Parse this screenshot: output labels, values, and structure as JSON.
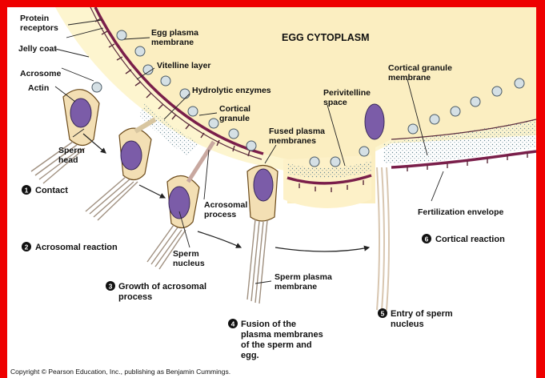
{
  "title": "EGG CYTOPLASM",
  "labels": {
    "protein_receptors": [
      "Protein",
      "receptors"
    ],
    "jelly_coat": "Jelly coat",
    "egg_plasma_membrane": [
      "Egg plasma",
      "membrane"
    ],
    "vitelline_layer": "Vitelline layer",
    "hydrolytic_enzymes": "Hydrolytic enzymes",
    "cortical_granule": [
      "Cortical",
      "granule"
    ],
    "acrosome": "Acrosome",
    "actin": "Actin",
    "sperm_head": [
      "Sperm",
      "head"
    ],
    "acrosomal_process": [
      "Acrosomal",
      "process"
    ],
    "sperm_nucleus": [
      "Sperm",
      "nucleus"
    ],
    "fused_plasma_membranes": [
      "Fused plasma",
      "membranes"
    ],
    "perivitelline_space": [
      "Perivitelline",
      "space"
    ],
    "cortical_granule_membrane": [
      "Cortical granule",
      "membrane"
    ],
    "sperm_plasma_membrane": [
      "Sperm plasma",
      "membrane"
    ],
    "fertilization_envelope": "Fertilization envelope"
  },
  "steps": [
    {
      "number": "1",
      "lines": [
        "Contact"
      ]
    },
    {
      "number": "2",
      "lines": [
        "Acrosomal reaction"
      ]
    },
    {
      "number": "3",
      "lines": [
        "Growth of acrosomal",
        "process"
      ]
    },
    {
      "number": "4",
      "lines": [
        "Fusion of the",
        "plasma membranes",
        "of the sperm and",
        "egg."
      ]
    },
    {
      "number": "5",
      "lines": [
        "Entry of sperm",
        "nucleus"
      ]
    },
    {
      "number": "6",
      "lines": [
        "Cortical reaction"
      ]
    }
  ],
  "copyright": "Copyright © Pearson Education, Inc., publishing as Benjamin Cummings.",
  "colors": {
    "frame_red": "#ee0000",
    "cytoplasm": "#fbeec1",
    "jelly": "#fdf5cf",
    "membrane": "#7a1e4a",
    "nucleus": "#7b5ca8",
    "sperm_body": "#f3dfb4",
    "granule": "#b8c8d0"
  }
}
